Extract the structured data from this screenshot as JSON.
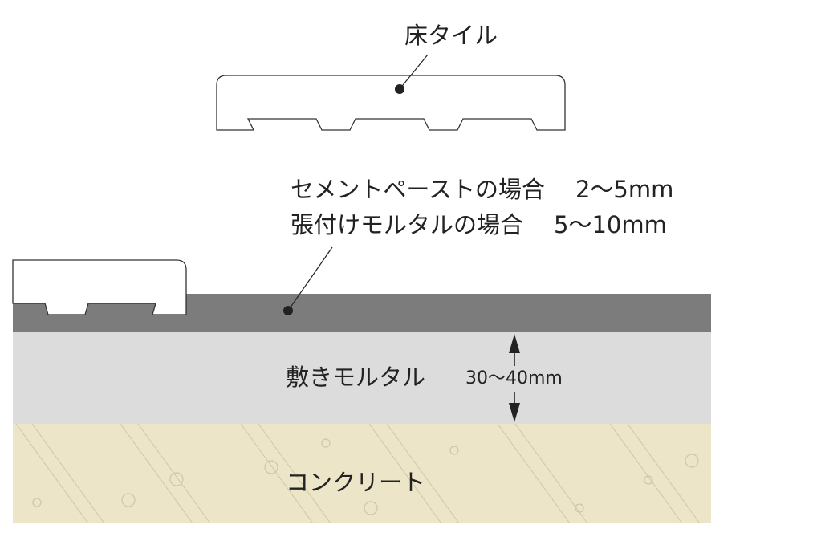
{
  "labels": {
    "floor_tile": "床タイル",
    "cement_paste_case": "セメントペーストの場合",
    "cement_paste_thickness": "2～5mm",
    "adhesive_mortar_case": "張付けモルタルの場合",
    "adhesive_mortar_thickness": "5～10mm",
    "bedding_mortar": "敷きモルタル",
    "bedding_thickness": "30～40mm",
    "concrete": "コンクリート"
  },
  "colors": {
    "tile_fill": "#ffffff",
    "tile_stroke": "#333333",
    "paste_layer": "#7c7c7c",
    "mortar_layer": "#dcdcdc",
    "concrete_layer": "#ece5c8",
    "concrete_hatch": "#cfc6a6",
    "line": "#222222"
  }
}
